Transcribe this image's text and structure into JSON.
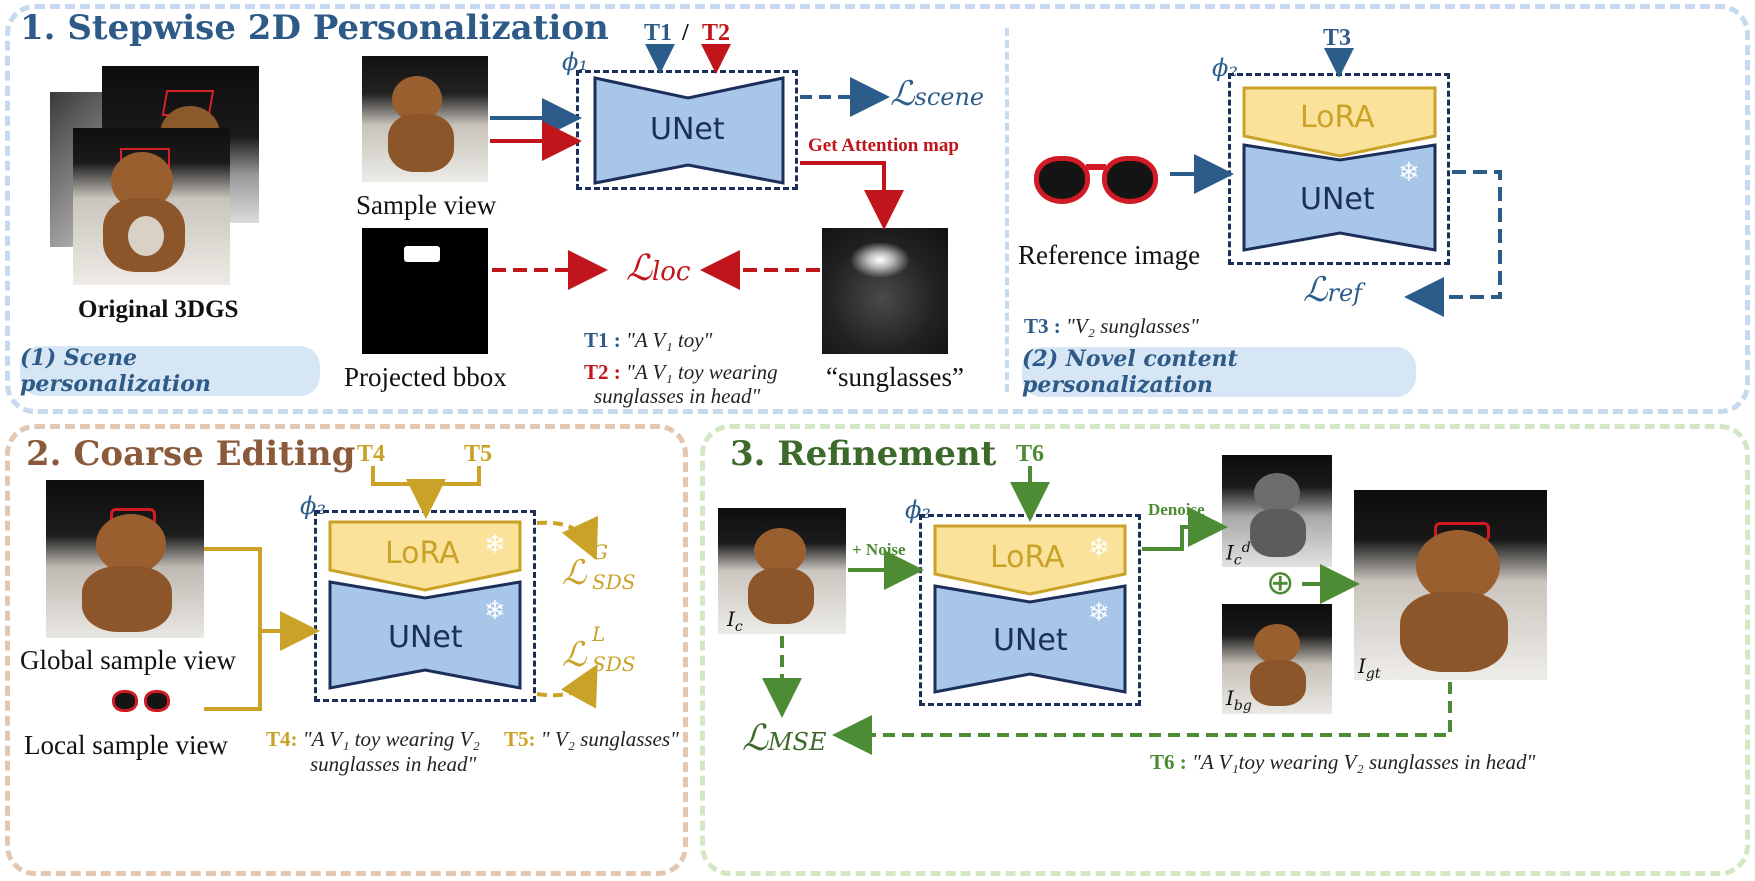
{
  "colors": {
    "section1": "#2d5a86",
    "section2": "#8b5a3a",
    "section3": "#3d6a2b",
    "gold": "#c9a227",
    "red": "#c0151a",
    "green": "#4d8b35",
    "blue_arrow": "#2c5d8a",
    "unet_fill": "#a7c6e8",
    "lora_fill": "#fbe29a",
    "navy": "#1c2f5b"
  },
  "section1": {
    "title": "1. Stepwise 2D Personalization",
    "original_label": "Original 3DGS",
    "pill1": "(1) Scene personalization",
    "sample_view": "Sample view",
    "projected_bbox": "Projected bbox",
    "unet": "UNet",
    "phi1": "ϕ₁",
    "t1": "T1",
    "slash": "/",
    "t2": "T2",
    "loss_scene": "ℒscene",
    "attention": "Get Attention map",
    "loss_loc": "ℒloc",
    "sunglasses_quote": "“sunglasses”",
    "t1_label": "T1 :",
    "t1_text": "\"A V₁ toy\"",
    "t2_label": "T2 :",
    "t2_text_line1": "\"A V₁ toy wearing",
    "t2_text_line2": "sunglasses in head\""
  },
  "section1b": {
    "t3": "T3",
    "phi2": "ϕ₂",
    "lora": "LoRA",
    "unet": "UNet",
    "reference": "Reference image",
    "loss_ref": "ℒref",
    "t3_label": "T3 :",
    "t3_text": "\"V₂ sunglasses\"",
    "pill2": "(2) Novel content personalization",
    "snowflake": "❄"
  },
  "section2": {
    "title": "2. Coarse Editing",
    "t4": "T4",
    "t5": "T5",
    "phi2": "ϕ₂",
    "lora": "LoRA",
    "unet": "UNet",
    "global_view": "Global sample view",
    "local_view": "Local sample view",
    "loss_g": "ℒ",
    "loss_g_sup": "G",
    "loss_sub": "SDS",
    "loss_l_sup": "L",
    "t4_label": "T4:",
    "t4_text_line1": "\"A V₁ toy wearing V₂",
    "t4_text_line2": "sunglasses in head\"",
    "t5_label": "T5:",
    "t5_text": "\" V₂ sunglasses\"",
    "snowflake": "❄"
  },
  "section3": {
    "title": "3. Refinement",
    "t6": "T6",
    "phi2": "ϕ₂",
    "lora": "LoRA",
    "unet": "UNet",
    "noise": "+ Noise",
    "denoise": "Denoise",
    "ic": "I",
    "ic_sub": "c",
    "icd_sup": "d",
    "ibg_sub": "bg",
    "igt_sub": "gt",
    "plus": "⊕",
    "loss_mse": "ℒMSE",
    "t6_label": "T6 :",
    "t6_text": "\"A V₁toy wearing V₂ sunglasses in head\"",
    "snowflake": "❄"
  }
}
